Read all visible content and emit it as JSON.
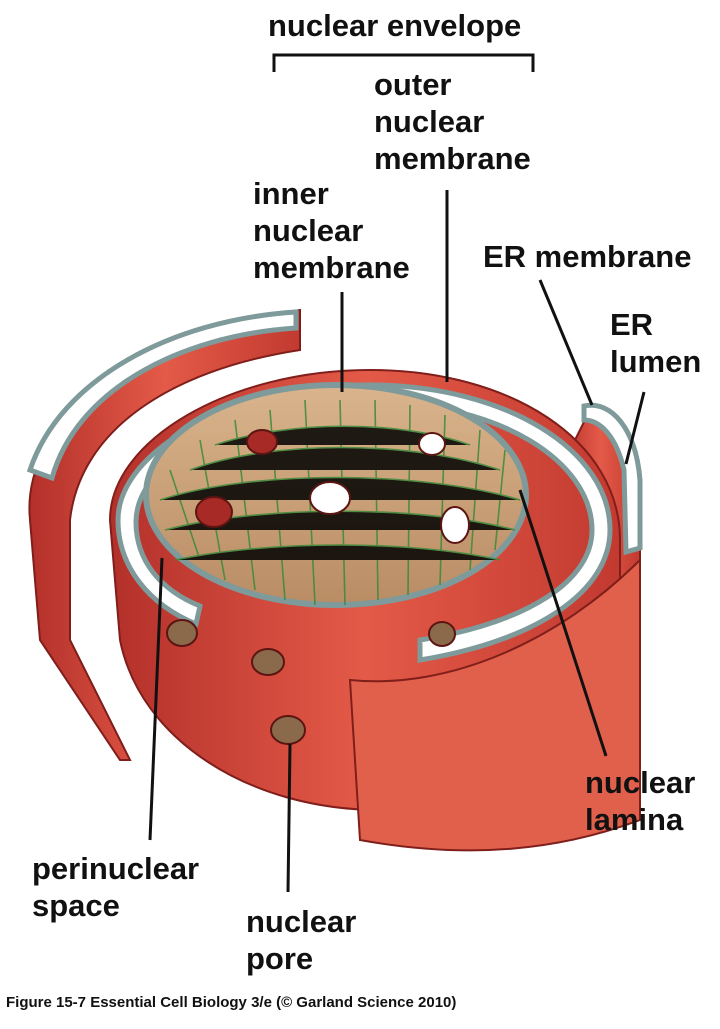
{
  "labels": {
    "nuclear_envelope": "nuclear envelope",
    "outer_nuclear_membrane": [
      "outer",
      "nuclear",
      "membrane"
    ],
    "inner_nuclear_membrane": [
      "inner",
      "nuclear",
      "membrane"
    ],
    "er_membrane": "ER membrane",
    "er_lumen": [
      "ER",
      "lumen"
    ],
    "nuclear_lamina": [
      "nuclear",
      "lamina"
    ],
    "perinuclear_space": [
      "perinuclear",
      "space"
    ],
    "nuclear_pore": [
      "nuclear",
      "pore"
    ]
  },
  "caption": "Figure 15-7  Essential Cell Biology 3/e (© Garland Science 2010)",
  "colors": {
    "membrane_red": "#d8443a",
    "membrane_dark": "#a82a26",
    "lumen_white": "#ffffff",
    "membrane_edge": "#7f9a9a",
    "lamina_green": "#3a8a3a",
    "nucleoplasm": "#c9a27a"
  }
}
